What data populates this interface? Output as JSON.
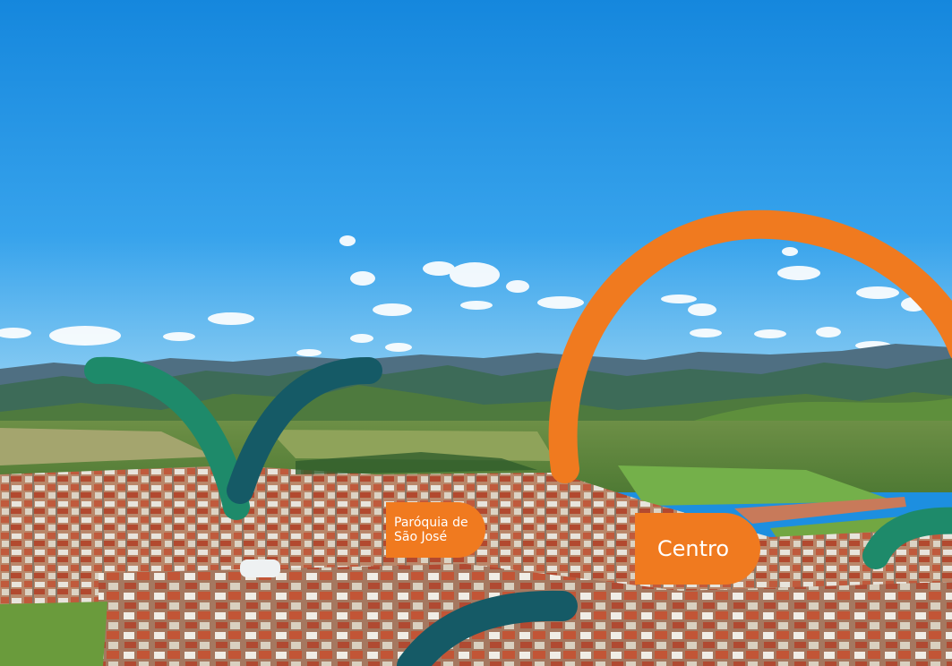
{
  "labels": {
    "parish_line1": "Paróquia de",
    "parish_line2": "São José",
    "centro": "Centro"
  },
  "colors": {
    "orange": "#f07a1f",
    "green": "#1e8a6a",
    "dark_teal": "#155a66"
  }
}
